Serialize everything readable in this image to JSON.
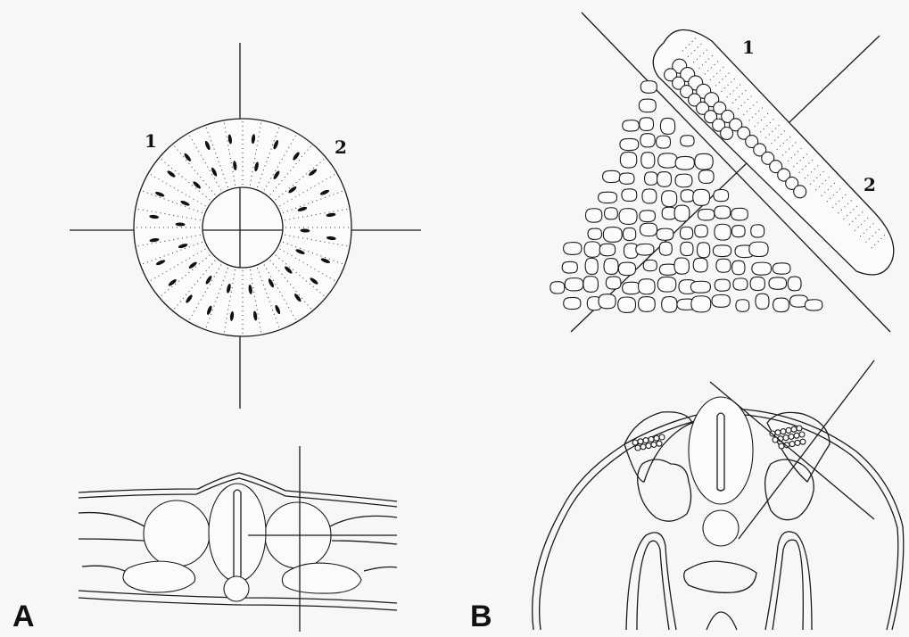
{
  "panels": [
    {
      "id": "A",
      "label": "A",
      "labels": {
        "region_1": "1",
        "region_2": "2"
      }
    },
    {
      "id": "B",
      "label": "B",
      "labels": {
        "region_1": "1",
        "region_2": "2"
      }
    }
  ]
}
